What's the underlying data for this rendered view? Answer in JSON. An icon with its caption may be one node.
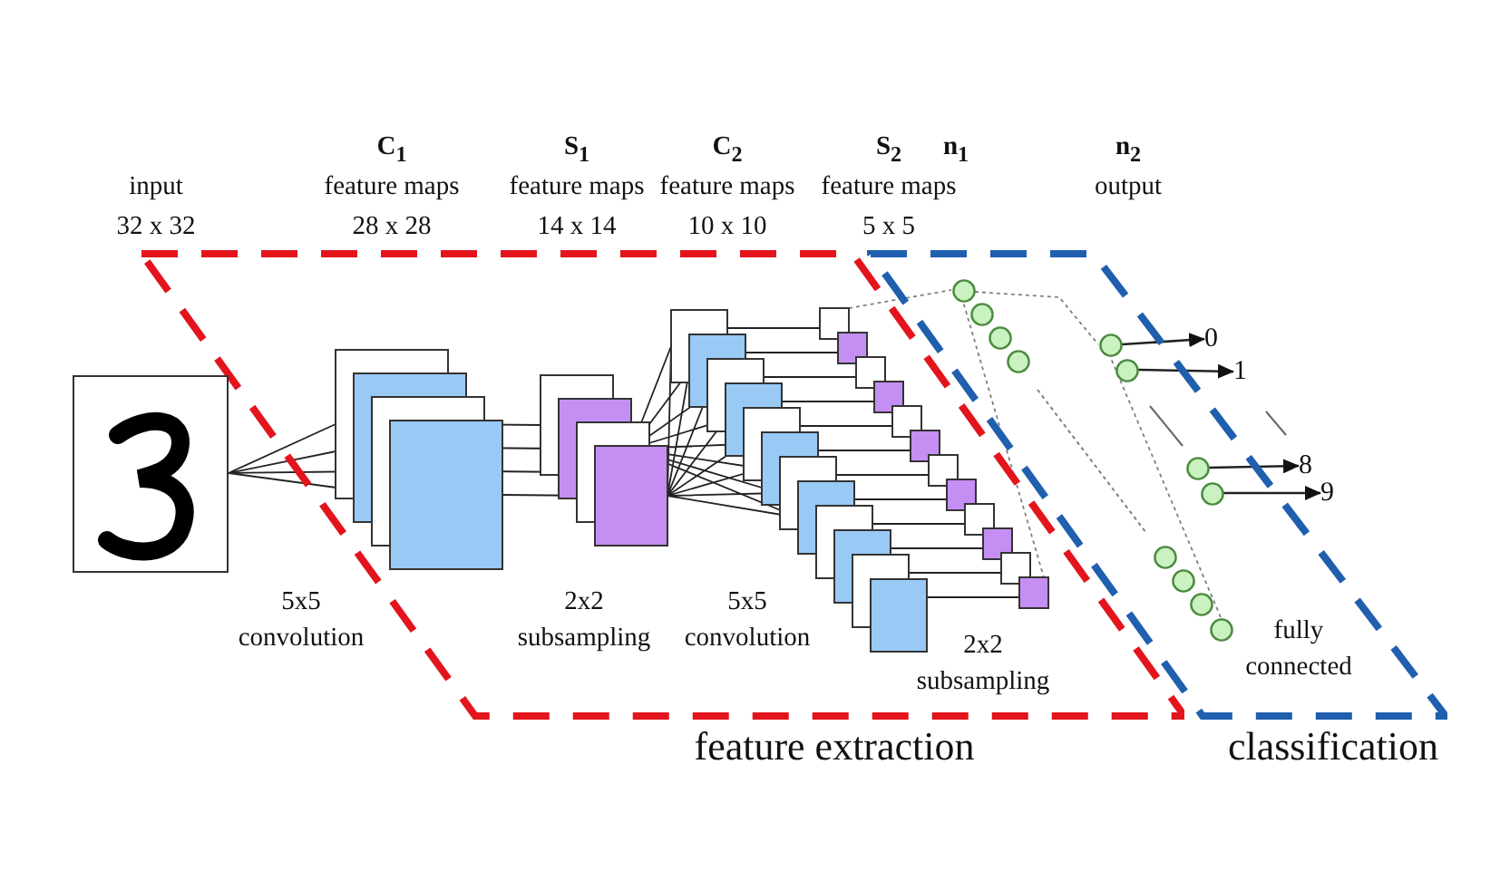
{
  "diagram": {
    "nodes": [
      {
        "text": [
          "feature extraction"
        ]
      },
      {
        "text": [
          "classification"
        ]
      },
      {
        "text": [],
        "shape": "picture"
      },
      {
        "text": [],
        "shape": "box",
        "in": 0
      },
      {
        "text": [],
        "shape": "box",
        "in": 0
      },
      {
        "text": [],
        "shape": "box",
        "in": 0
      },
      {
        "text": [],
        "shape": "box",
        "in": 0
      },
      {
        "text": [],
        "shape": "circle",
        "in": 1
      },
      {
        "text": [],
        "shape": "circle",
        "in": 1
      },
      {
        "text": [],
        "shape": "circle",
        "in": 1
      },
      {
        "text": [],
        "shape": "circle",
        "in": 1
      },
      {
        "text": [],
        "shape": "circle",
        "in": 1
      },
      {
        "text": [],
        "shape": "circle",
        "in": 1
      },
      {
        "text": [
          "0"
        ]
      },
      {
        "text": [
          "1"
        ]
      },
      {
        "text": [
          "8"
        ]
      },
      {
        "text": [
          "9"
        ]
      }
    ],
    "edges": [
      {
        "from": 2,
        "to": 3,
        "arrow": "none"
      },
      {
        "from": 3,
        "to": 4,
        "arrow": "none"
      },
      {
        "from": 4,
        "to": 5,
        "arrow": "none"
      },
      {
        "from": 5,
        "to": 6,
        "arrow": "none"
      },
      {
        "from": 6,
        "to": 7,
        "arrow": "none",
        "style": "dashed",
        "color": "#808080"
      },
      {
        "from": 7,
        "to": 9,
        "arrow": "none",
        "style": "dashed",
        "color": "#808080"
      },
      {
        "from": 8,
        "to": 9,
        "arrow": "none",
        "style": "dashed",
        "color": "#808080"
      },
      {
        "from": 9,
        "to": 13,
        "arrow": "to"
      },
      {
        "from": 10,
        "to": 14,
        "arrow": "to"
      },
      {
        "from": 11,
        "to": 15,
        "arrow": "to"
      },
      {
        "from": 12,
        "to": 16,
        "arrow": "to"
      }
    ],
    "labels": [
      "input",
      "32 x 32",
      "C$_{1}$",
      "feature maps",
      "28 x 28",
      "S$_{1}$",
      "feature maps",
      "14 x 14",
      "C$_{2}$",
      "feature maps",
      "10 x 10",
      "S$_{2}$",
      "feature maps",
      "5 x 5",
      "n$_{1}$",
      "n$_{2}$",
      "output",
      "5x5 convolution",
      "2x2 subsampling",
      "5x5 convolution",
      "2x2 subsampling",
      "fully connected"
    ]
  }
}
